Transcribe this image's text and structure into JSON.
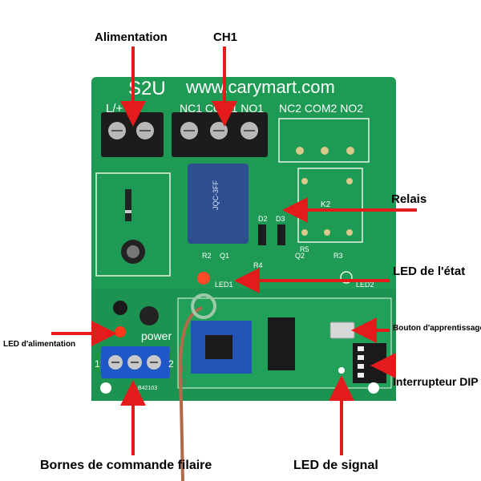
{
  "board": {
    "model": "S2U",
    "website": "www.carymart.com",
    "terminal_labels": {
      "power_in": "L/+ N/-",
      "ch1": "NC1 COM1 NO1",
      "ch2": "NC2 COM2 NO2"
    },
    "silkscreen": {
      "k2": "K2",
      "d2": "D2",
      "d3": "D3",
      "q1": "Q1",
      "q2": "Q2",
      "r2": "R2",
      "r3": "R3",
      "r4": "R4",
      "r5": "R5",
      "led1": "LED1",
      "led2": "LED2",
      "power": "power",
      "pin1": "1",
      "pin2": "2",
      "date_code": "B42103",
      "relay_brand": "JQC-3FF"
    }
  },
  "annotations": {
    "alimentation": "Alimentation",
    "ch1": "CH1",
    "relais": "Relais",
    "led_etat": "LED de l'état",
    "bouton_apprentissage": "Bouton d'apprentissage",
    "led_alimentation": "LED d'alimentation",
    "interrupteur_dip": "Interrupteur DIP",
    "bornes_commande": "Bornes de commande filaire",
    "led_signal": "LED de signal"
  },
  "colors": {
    "pcb_green": "#1f9a55",
    "pcb_dark": "#15783f",
    "arrow_red": "#e41b1b",
    "terminal_black": "#1c1c1c",
    "terminal_blue": "#1f56c8",
    "relay_blue": "#2e4f8f"
  }
}
